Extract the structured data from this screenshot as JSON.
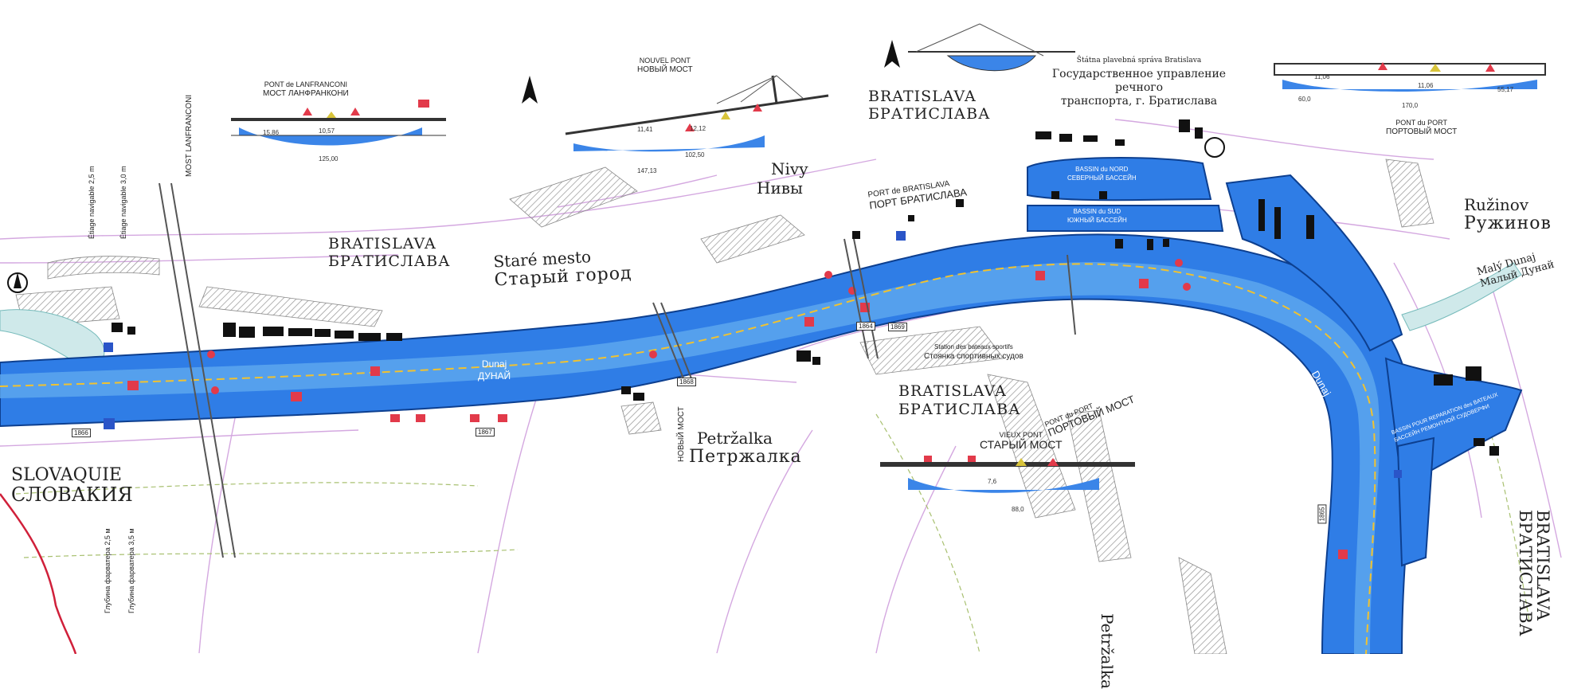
{
  "places": {
    "bratislava_lat_1": "BRATISLAVA",
    "bratislava_cyr_1": "БРАТИСЛАВА",
    "bratislava_lat_2": "BRATISLAVA",
    "bratislava_cyr_2": "БРАТИСЛАВА",
    "bratislava_lat_3": "BRATISLAVA",
    "bratislava_cyr_3": "БРАТИСЛАВА",
    "bratislava_lat_4": "BRATISLAVA",
    "bratislava_cyr_4": "БРАТИСЛАВА",
    "stare_mesto_lat": "Staré mesto",
    "stare_mesto_cyr": "Старый город",
    "nivy_lat": "Nivy",
    "nivy_cyr": "Нивы",
    "ruzinov_lat": "Ružinov",
    "ruzinov_cyr": "Ружинов",
    "petrzalka_lat": "Petržalka",
    "petrzalka_cyr": "Петржалка",
    "petrzalka_lat_2": "Petržalka",
    "slovaquie": "SLOVAQUIE",
    "slovakia_cyr": "СЛОВАКИЯ",
    "maly_dunaj_lat": "Malý Dunaj",
    "maly_dunaj_cyr": "Малый Дунай"
  },
  "river": {
    "name_lat_1": "Dunaj",
    "name_cyr_1": "ДУНАЙ",
    "name_lat_2": "Dunaj",
    "name_cyr_2": "ДУНАЙ"
  },
  "bridges": {
    "lanfranconi_fr": "PONT de LANFRANCONI",
    "lanfranconi_cyr": "МОСТ ЛАНФРАНКОНИ",
    "nouveau_fr": "NOUVEL PONT",
    "nouveau_cyr": "НОВЫЙ МОСТ",
    "vieux_fr": "VIEUX PONT",
    "vieux_cyr": "СТАРЫЙ МОСТ",
    "port_fr": "PONT du PORT",
    "port_cyr": "ПОРТОВЫЙ МОСТ",
    "port_fr_2": "PONT du PORT",
    "port_cyr_2": "ПОРТОВЫЙ МОСТ",
    "lanfranconi_vertical": "MOST LANFRANCONI",
    "novy_most_vertical": "НОВЫЙ МОСТ"
  },
  "ports": {
    "port_bratislava_fr": "PORT de BRATISLAVA",
    "port_bratislava_cyr": "ПОРТ БРАТИСЛАВА",
    "bassin_nord_fr": "BASSIN du NORD",
    "bassin_nord_cyr": "СЕВЕРНЫЙ БАССЕЙН",
    "bassin_sud_fr": "BASSIN du SUD",
    "bassin_sud_cyr": "ЮЖНЫЙ БАССЕЙН",
    "sports_fr": "Station des bateaux sportifs",
    "sports_cyr": "Стоянка спортивных судов",
    "bassin_reparation_fr": "BASSIN POUR REPARATION des BATEAUX",
    "bassin_reparation_cyr": "БАССЕЙН РЕМОНТНОЙ СУДОВЕРФИ"
  },
  "authority": {
    "slovak": "Štátna plavebná správa Bratislava",
    "russian_line1": "Государственное управление речного",
    "russian_line2": "транспорта, г. Братислава"
  },
  "depth_notes": {
    "left_1": "Étiage navigable 2,5 m",
    "left_2": "Étiage navigable 3,0 m",
    "left_3": "Глубина фарватера 2,5 м",
    "left_4": "Глубина фарватера 3,5 м"
  },
  "bridge_dims": {
    "lanf_span": "125,00",
    "lanf_h1": "15,86",
    "lanf_h2": "10,57",
    "novy_span": "102,50",
    "novy_h1": "11,41",
    "novy_h2": "12,12",
    "novy_span2": "147,13",
    "stary_span": "88,0",
    "stary_h": "7,6",
    "port_span": "170,0",
    "port_h1": "11,06",
    "port_h2": "11,06",
    "port_w": "60,0",
    "port_w2": "55,17"
  },
  "km_markers": [
    "1866",
    "1867",
    "1868",
    "1869",
    "1865",
    "1864"
  ],
  "colors": {
    "river_deep": "#1f6fe0",
    "river_shallow": "#5aa6ee",
    "fairway": "#e8b62a",
    "roads": "#c8a0d8",
    "hatch": "#999999",
    "buoy_red": "#e23a4a",
    "marker_blue": "#2a55c8"
  }
}
